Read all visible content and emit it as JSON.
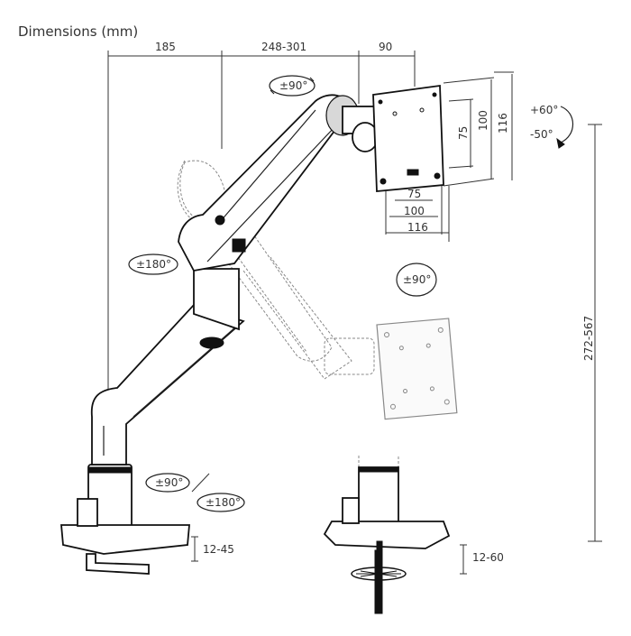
{
  "title": "Dimensions (mm)",
  "dimensions": {
    "top_left": "185",
    "top_middle": "248-301",
    "top_right": "90",
    "height_range": "272-567",
    "clamp_thickness_left": "12-45",
    "clamp_thickness_right": "12-60",
    "vesa_h_75": "75",
    "vesa_h_100": "100",
    "vesa_h_116": "116",
    "vesa_v_75": "75",
    "vesa_v_100": "100",
    "vesa_v_116": "116"
  },
  "rotations": {
    "arm_top": "±90°",
    "arm_mid": "±180°",
    "screen_rotate": "±90°",
    "base_swivel": "±90°",
    "base_rotate": "±180°",
    "tilt_up": "+60°",
    "tilt_down": "-50°"
  },
  "colors": {
    "line": "#111111",
    "ghost": "#888888",
    "fill": "#ffffff"
  }
}
